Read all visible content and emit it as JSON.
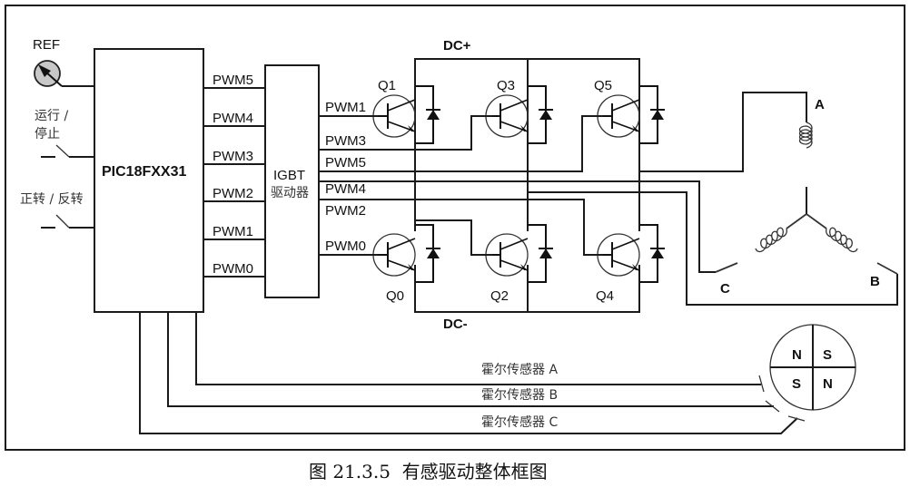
{
  "diagram": {
    "caption": "图 21.3.5  有感驱动整体框图",
    "controller": {
      "label": "PIC18FXX31"
    },
    "inputs": {
      "ref": "REF",
      "run_stop_line1": "运行 /",
      "run_stop_line2": "停止",
      "direction": "正转 / 反转"
    },
    "controller_outputs": [
      "PWM5",
      "PWM4",
      "PWM3",
      "PWM2",
      "PWM1",
      "PWM0"
    ],
    "driver": {
      "line1": "IGBT",
      "line2": "驱动器"
    },
    "driver_outputs": [
      "PWM1",
      "PWM3",
      "PWM5",
      "PWM4",
      "PWM2",
      "PWM0"
    ],
    "bus": {
      "positive": "DC+",
      "negative": "DC-"
    },
    "transistors": [
      "Q1",
      "Q3",
      "Q5",
      "Q0",
      "Q2",
      "Q4"
    ],
    "motor_phases": [
      "A",
      "B",
      "C"
    ],
    "hall_sensors": [
      "霍尔传感器 A",
      "霍尔传感器 B",
      "霍尔传感器 C"
    ],
    "rotor_poles": [
      "N",
      "S",
      "S",
      "N"
    ]
  }
}
